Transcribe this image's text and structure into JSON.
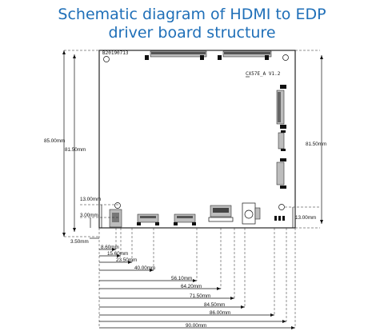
{
  "title": {
    "line1": "Schematic diagram of HDMI to EDP",
    "line2": "driver board structure"
  },
  "board": {
    "date_code": "B20190713",
    "model": "CX57E_A V1.2"
  },
  "vertical_dims": {
    "left_outer": "85.00mm",
    "left_inner": "81.50mm",
    "right": "81.50mm",
    "bottom_left": "13.00mm",
    "bottom_left_small": "3.00mm",
    "bottom_right": "13.00mm",
    "side_offset": "3.50mm"
  },
  "horizontal_dims": [
    "8.60mm",
    "15.60mm",
    "23.50mm",
    "40.00mm",
    "56.10mm",
    "64.20mm",
    "71.50mm",
    "84.50mm",
    "86.00mm",
    "90.00mm"
  ]
}
